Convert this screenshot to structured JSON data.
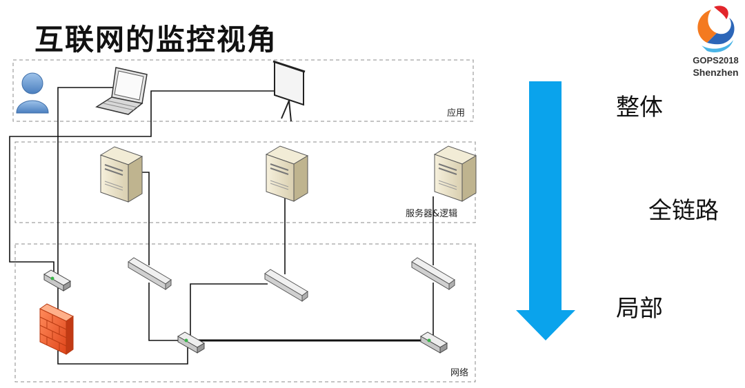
{
  "slide": {
    "title": "互联网的监控视角"
  },
  "logo": {
    "line1": "GOPS2018",
    "line2": "Shenzhen",
    "colors": [
      "#f47a20",
      "#e2252b",
      "#2c66b8",
      "#49b4e6"
    ]
  },
  "zones": {
    "app": "应用",
    "server": "服务器&逻辑",
    "network": "网络"
  },
  "levels": {
    "top": "整体",
    "middle": "全链路",
    "bottom": "局部"
  },
  "colors": {
    "arrow": "#0aa3ec",
    "zone_border": "#888888",
    "link": "#111111"
  },
  "icons": [
    "user-icon",
    "laptop-icon",
    "projector-screen-icon",
    "server-icon",
    "switch-icon",
    "router-icon",
    "firewall-icon",
    "arrow-down-icon"
  ]
}
